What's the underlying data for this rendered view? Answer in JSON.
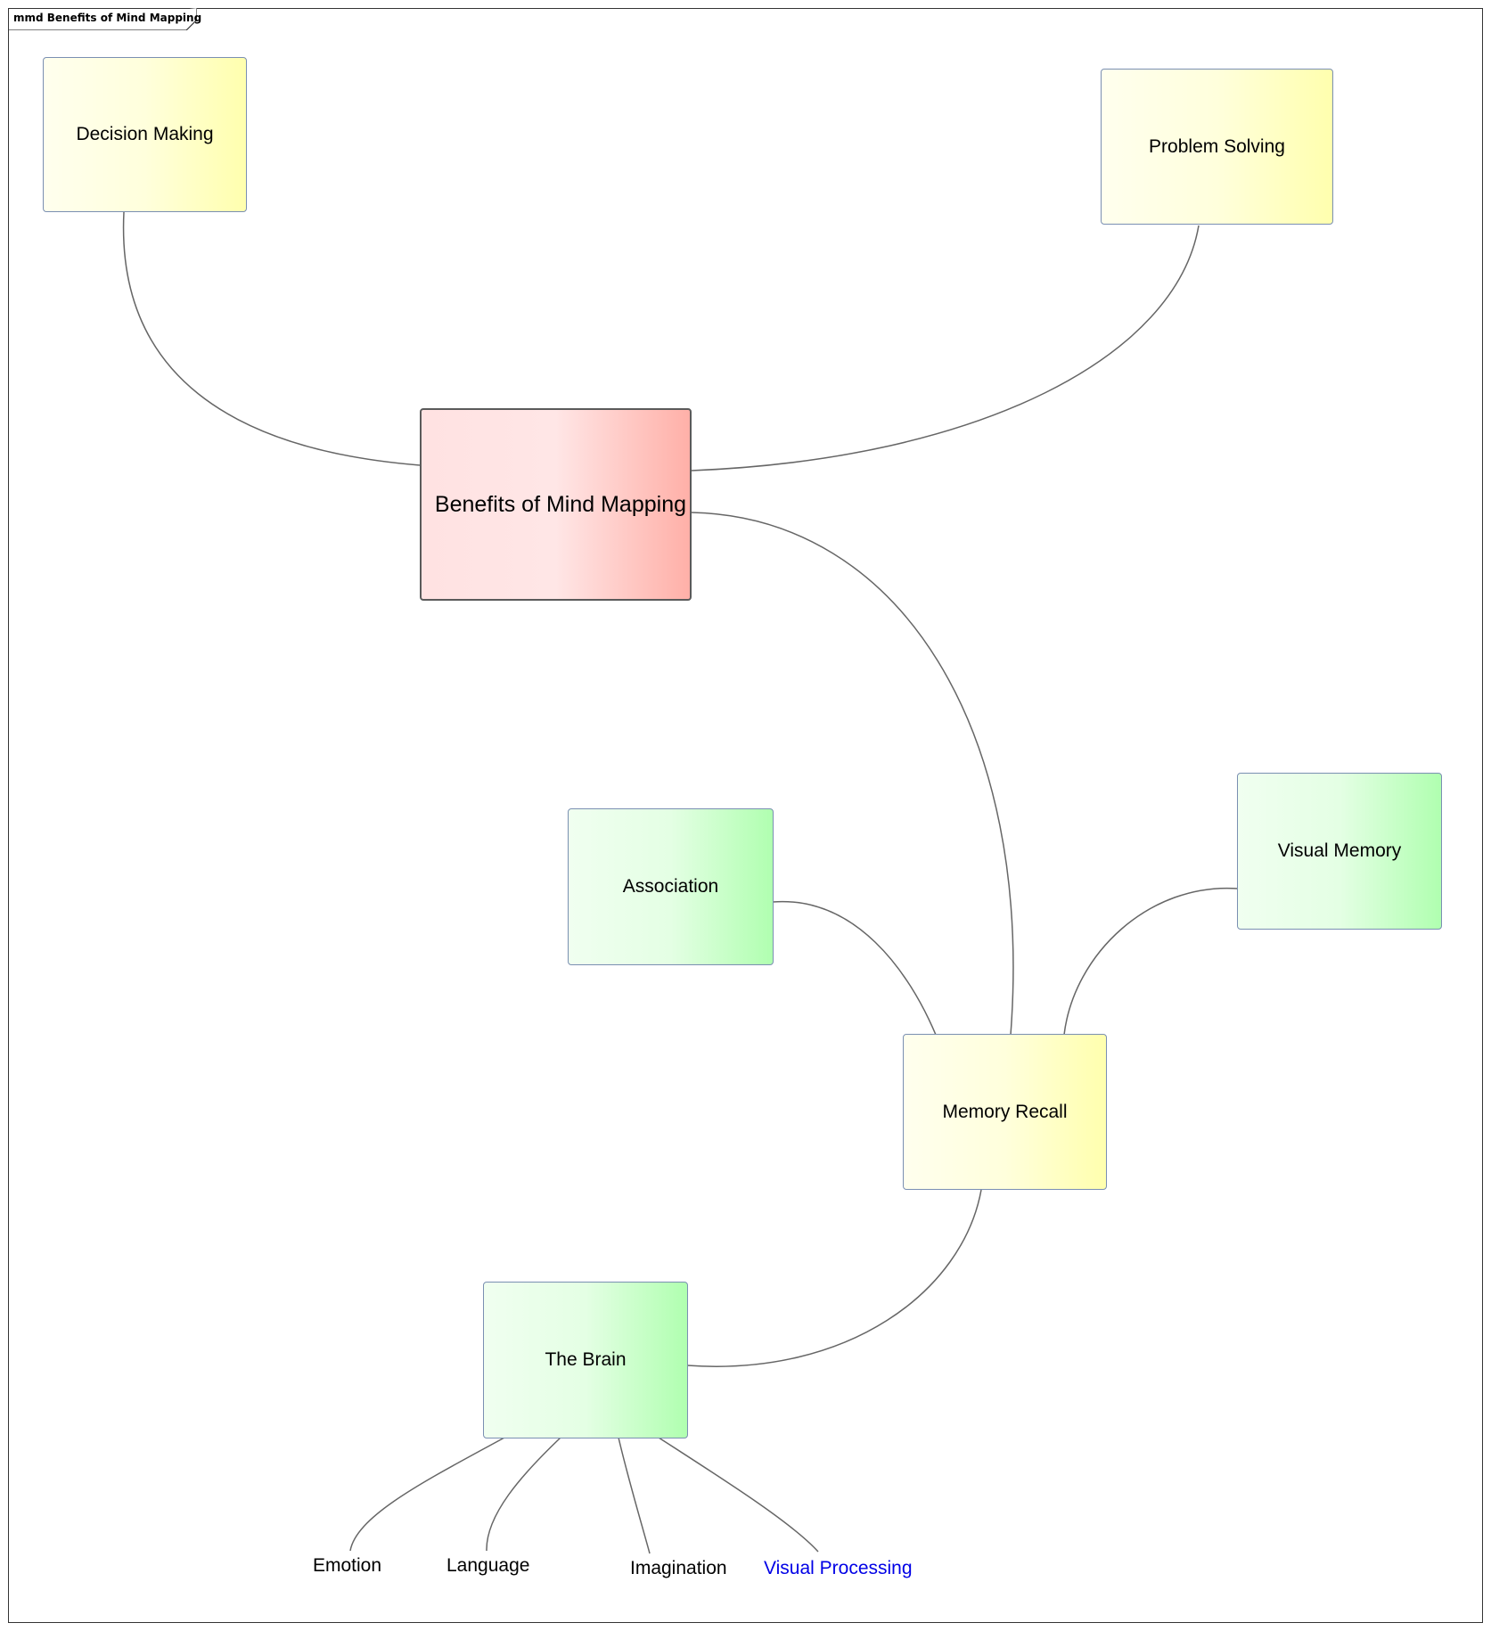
{
  "diagram": {
    "title": "mmd Benefits of Mind Mapping",
    "root": "Benefits of Mind Mapping",
    "nodes": {
      "decision_making": "Decision Making",
      "problem_solving": "Problem Solving",
      "association": "Association",
      "visual_memory": "Visual Memory",
      "memory_recall": "Memory Recall",
      "the_brain": "The Brain"
    },
    "leaves": {
      "emotion": "Emotion",
      "language": "Language",
      "imagination": "Imagination",
      "visual_processing": "Visual Processing"
    },
    "colors": {
      "edge": "#666666",
      "frame": "#333333",
      "node_border": "#7a8fb2",
      "root_border": "#5a5a5a",
      "yellow_fill": "#ffffae",
      "green_fill": "#b0ffb0",
      "root_fill": "#ffb0a8",
      "link_text": "#0000e6"
    }
  }
}
